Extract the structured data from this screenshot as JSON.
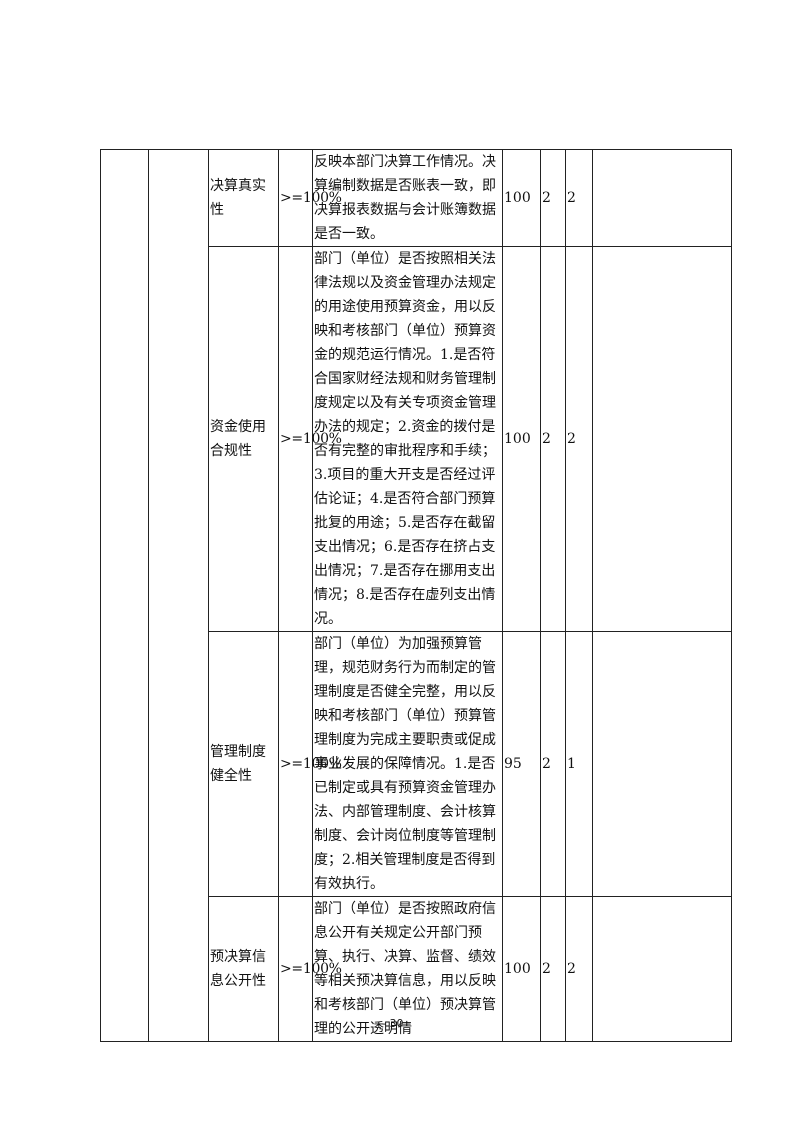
{
  "rows": [
    {
      "name": "决算真实性",
      "weight": ">=100%",
      "description": "反映本部门决算工作情况。决算编制数据是否账表一致，即决算报表数据与会计账簿数据是否一致。",
      "target": "100",
      "score_weight": "2",
      "score": "2",
      "remark": ""
    },
    {
      "name": "资金使用合规性",
      "weight": ">=100%",
      "description": "部门（单位）是否按照相关法律法规以及资金管理办法规定的用途使用预算资金，用以反映和考核部门（单位）预算资金的规范运行情况。1.是否符合国家财经法规和财务管理制度规定以及有关专项资金管理办法的规定；2.资金的拨付是否有完整的审批程序和手续；3.项目的重大开支是否经过评估论证；4.是否符合部门预算批复的用途；5.是否存在截留支出情况；6.是否存在挤占支出情况；7.是否存在挪用支出情况；8.是否存在虚列支出情况。",
      "target": "100",
      "score_weight": "2",
      "score": "2",
      "remark": ""
    },
    {
      "name": "管理制度健全性",
      "weight": ">=100%",
      "description": "部门（单位）为加强预算管理，规范财务行为而制定的管理制度是否健全完整，用以反映和考核部门（单位）预算管理制度为完成主要职责或促成事业发展的保障情况。1.是否已制定或具有预算资金管理办法、内部管理制度、会计核算制度、会计岗位制度等管理制度；2.相关管理制度是否得到有效执行。",
      "target": "95",
      "score_weight": "2",
      "score": "1",
      "remark": ""
    },
    {
      "name": "预决算信息公开性",
      "weight": ">=100%",
      "description": "部门（单位）是否按照政府信息公开有关规定公开部门预算、执行、决算、监督、绩效等相关预决算信息，用以反映和考核部门（单位）预决算管理的公开透明情",
      "target": "100",
      "score_weight": "2",
      "score": "2",
      "remark": ""
    }
  ],
  "page_number": "- 30 -"
}
